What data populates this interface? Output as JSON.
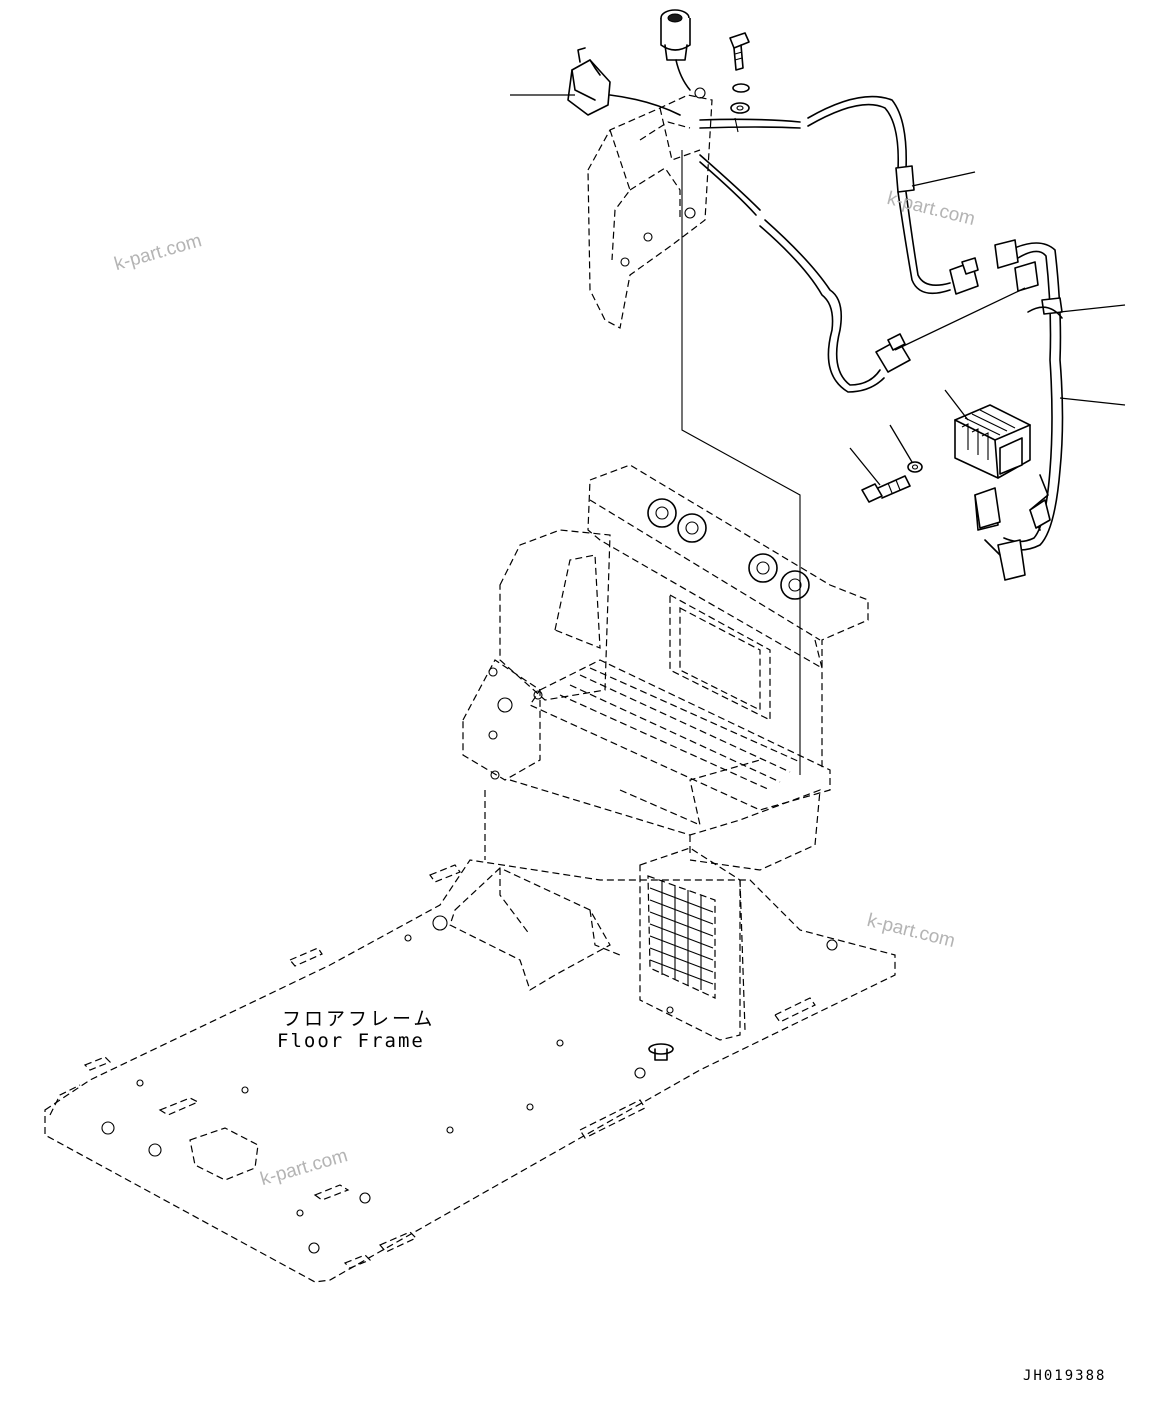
{
  "diagram": {
    "part_label_jp": "フロアフレーム",
    "part_label_en": "Floor Frame",
    "drawing_number": "JH019388"
  },
  "watermarks": [
    "k-part.com",
    "k-part.com",
    "k-part.com",
    "k-part.com"
  ]
}
